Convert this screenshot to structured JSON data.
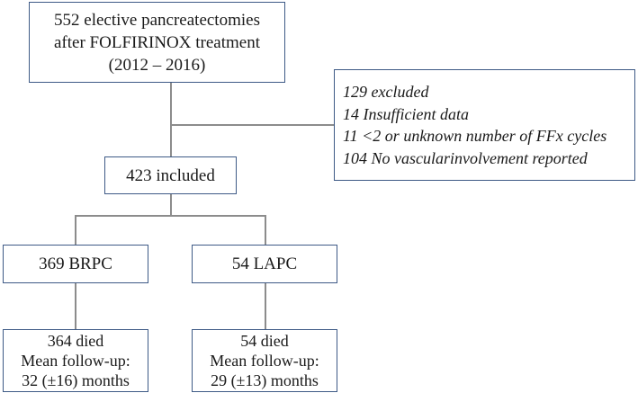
{
  "diagram": {
    "top_box": {
      "lines": [
        "552 elective pancreatectomies",
        "after FOLFIRINOX treatment",
        "(2012 – 2016)"
      ]
    },
    "excluded_box": {
      "lines": [
        "129 excluded",
        "14 Insufficient data",
        "11 <2 or unknown number of FFx cycles",
        "104 No vascularinvolvement reported"
      ]
    },
    "included_box": {
      "label": "423 included"
    },
    "brpc_box": {
      "label": "369 BRPC"
    },
    "lapc_box": {
      "label": "54 LAPC"
    },
    "brpc_outcome_box": {
      "lines": [
        "364 died",
        "Mean follow-up:",
        "32 (±16) months"
      ]
    },
    "lapc_outcome_box": {
      "lines": [
        "54 died",
        "Mean follow-up:",
        "29 (±13) months"
      ]
    }
  }
}
